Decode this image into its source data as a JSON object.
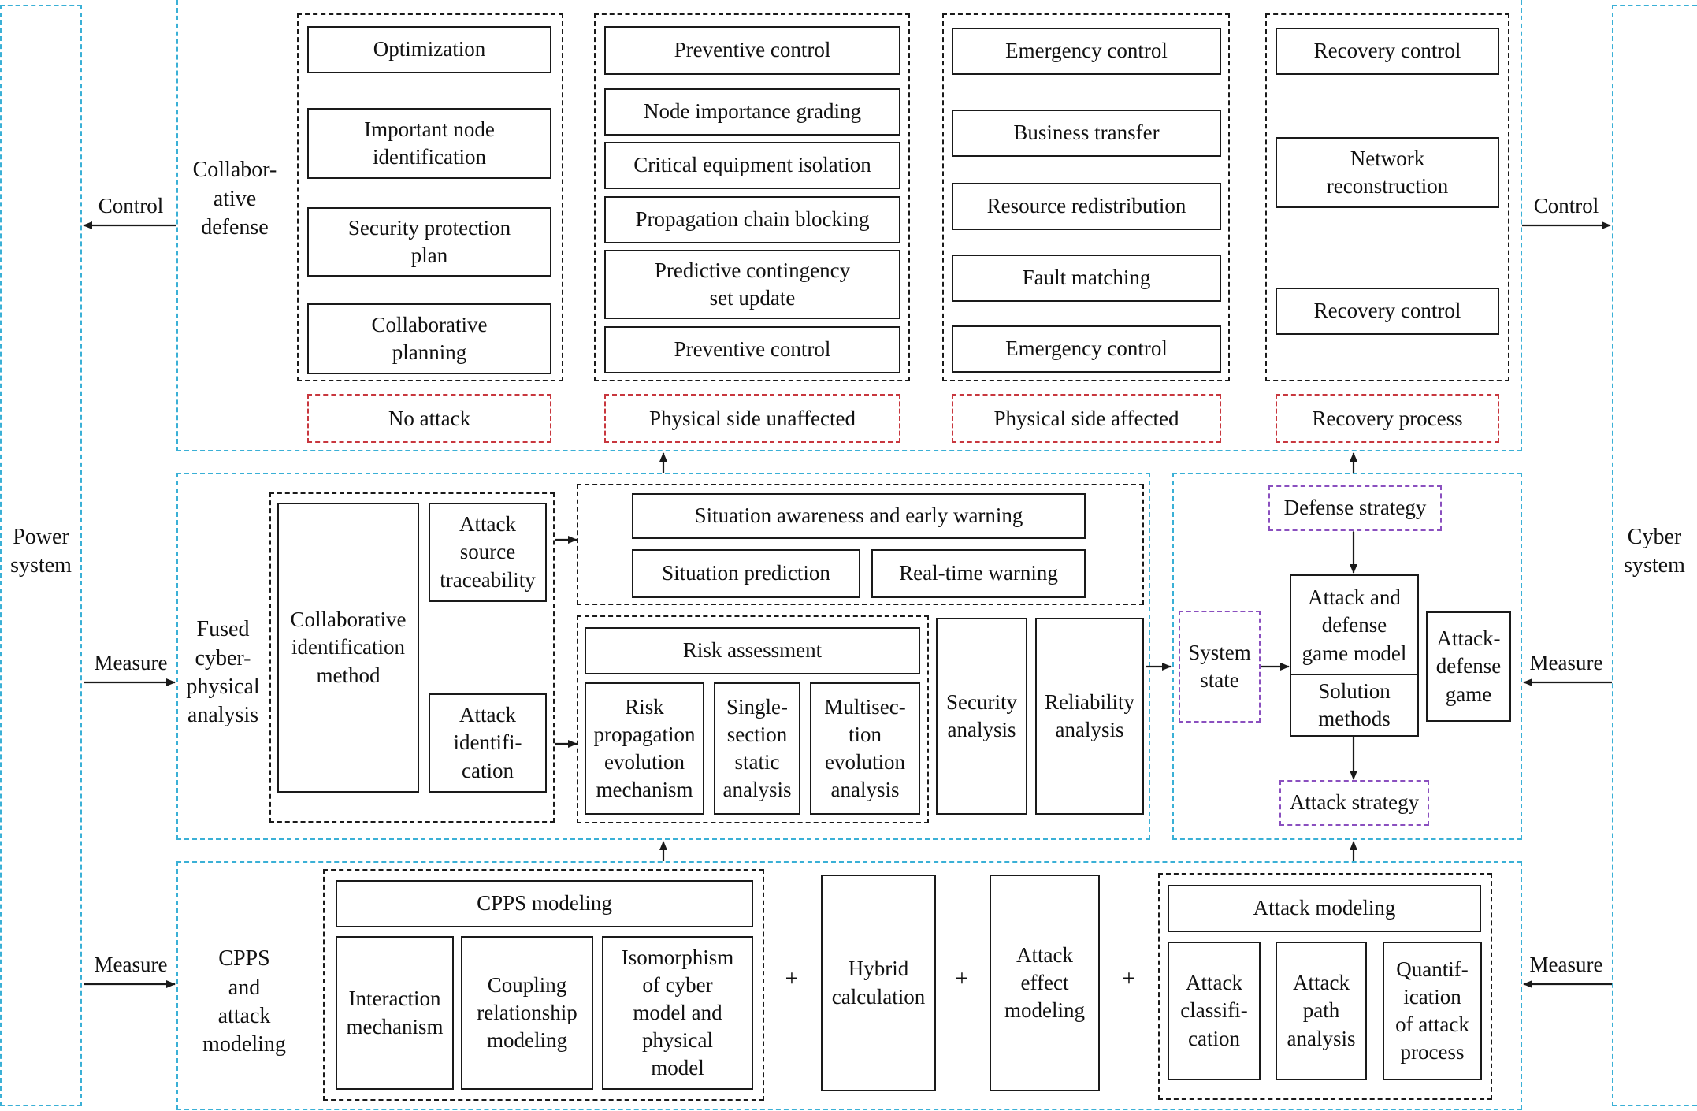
{
  "colors": {
    "panel_border": "#3ab0d6",
    "scenario_border": "#c8373e",
    "strategy_border": "#8a4fbf",
    "line": "#1a1a1a"
  },
  "side": {
    "left_system": "Power\nsystem",
    "right_system": "Cyber\nsystem",
    "control_left": "Control",
    "control_right": "Control",
    "measure_left_mid": "Measure",
    "measure_right_mid": "Measure",
    "measure_left_bot": "Measure",
    "measure_right_bot": "Measure"
  },
  "defense": {
    "title": "Collabor-\native\ndefense",
    "col1": [
      "Optimization",
      "Important node\nidentification",
      "Security protection\nplan",
      "Collaborative\nplanning"
    ],
    "col2": [
      "Preventive control",
      "Node importance grading",
      "Critical equipment isolation",
      "Propagation chain blocking",
      "Predictive contingency\nset update",
      "Preventive control"
    ],
    "col3": [
      "Emergency control",
      "Business transfer",
      "Resource redistribution",
      "Fault matching",
      "Emergency control"
    ],
    "col4": [
      "Recovery control",
      "Network\nreconstruction",
      "Recovery control"
    ],
    "scenarios": [
      "No attack",
      "Physical side unaffected",
      "Physical side affected",
      "Recovery process"
    ]
  },
  "analysis": {
    "title": "Fused\ncyber-\nphysical\nanalysis",
    "collab_method": "Collaborative\nidentification\nmethod",
    "attack_source": "Attack\nsource\ntraceability",
    "attack_ident": "Attack\nidentifi-\ncation",
    "situation": "Situation awareness and early warning",
    "situation_prediction": "Situation prediction",
    "realtime_warning": "Real-time warning",
    "risk_assessment": "Risk assessment",
    "risk_items": [
      "Risk\npropagation\nevolution\nmechanism",
      "Single-\nsection\nstatic\nanalysis",
      "Multisec-\ntion\nevolution\nanalysis"
    ],
    "security_analysis": "Security\nanalysis",
    "reliability_analysis": "Reliability\nanalysis"
  },
  "game": {
    "defense_strategy": "Defense strategy",
    "system_state": "System\nstate",
    "game_model": "Attack and\ndefense\ngame model",
    "solution_methods": "Solution\nmethods",
    "attack_defense_game": "Attack-\ndefense\ngame",
    "attack_strategy": "Attack strategy"
  },
  "modeling": {
    "title": "CPPS\nand\nattack\nmodeling",
    "cpps_modeling": "CPPS modeling",
    "cpps_items": [
      "Interaction\nmechanism",
      "Coupling\nrelationship\nmodeling",
      "Isomorphism\nof cyber\nmodel and\nphysical\nmodel"
    ],
    "plus": [
      "+",
      "+",
      "+"
    ],
    "hybrid_calc": "Hybrid\ncalculation",
    "attack_effect": "Attack\neffect\nmodeling",
    "attack_modeling": "Attack modeling",
    "attack_items": [
      "Attack\nclassifi-\ncation",
      "Attack\npath\nanalysis",
      "Quantif-\nication\nof attack\nprocess"
    ]
  }
}
